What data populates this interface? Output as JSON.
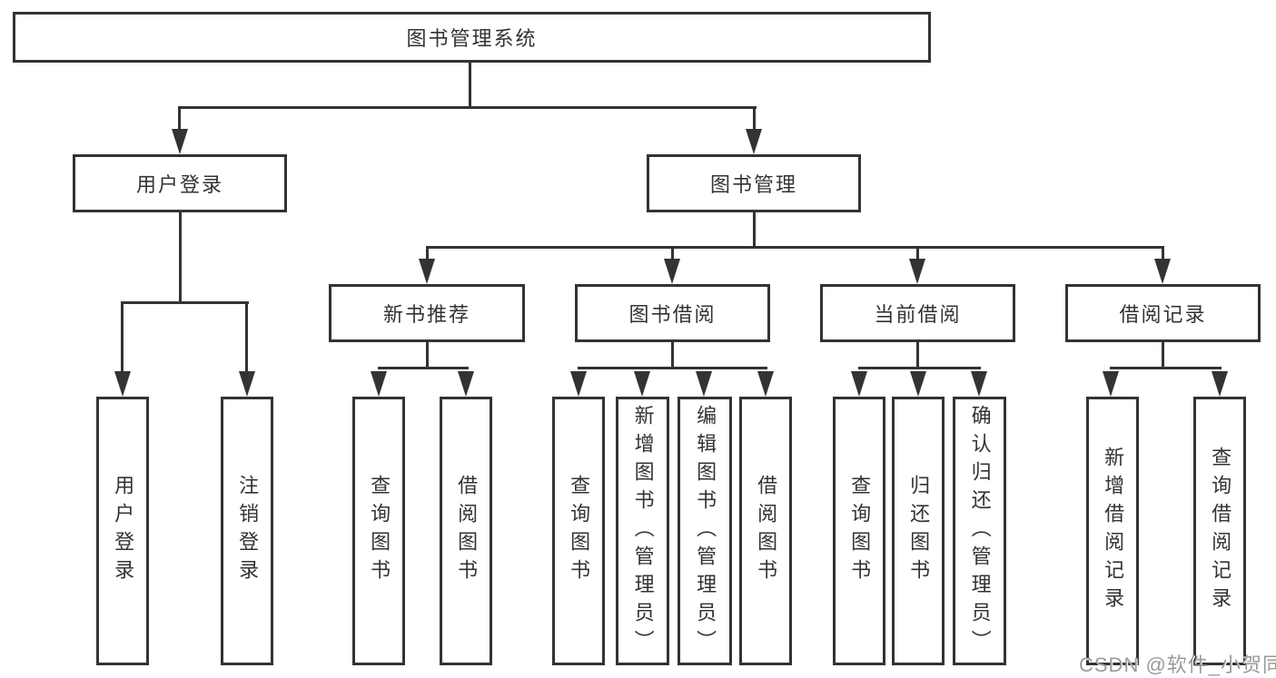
{
  "diagram": {
    "type": "hierarchy-tree",
    "root": {
      "label": "图书管理系统"
    },
    "level2": [
      {
        "id": "user-login",
        "label": "用户登录",
        "parent": "图书管理系统"
      },
      {
        "id": "book-management",
        "label": "图书管理",
        "parent": "图书管理系统"
      }
    ],
    "level3": [
      {
        "id": "new-book-recommendation",
        "label": "新书推荐",
        "parent": "图书管理"
      },
      {
        "id": "book-borrowing",
        "label": "图书借阅",
        "parent": "图书管理"
      },
      {
        "id": "current-borrowing",
        "label": "当前借阅",
        "parent": "图书管理"
      },
      {
        "id": "borrowing-records",
        "label": "借阅记录",
        "parent": "图书管理"
      }
    ],
    "leaves": [
      {
        "label": "用户登录",
        "parent": "用户登录"
      },
      {
        "label": "注销登录",
        "parent": "用户登录"
      },
      {
        "label": "查询图书",
        "parent": "新书推荐"
      },
      {
        "label": "借阅图书",
        "parent": "新书推荐"
      },
      {
        "label": "查询图书",
        "parent": "图书借阅"
      },
      {
        "label": "新增图书（管理员）",
        "parent": "图书借阅"
      },
      {
        "label": "编辑图书（管理员）",
        "parent": "图书借阅"
      },
      {
        "label": "借阅图书",
        "parent": "图书借阅"
      },
      {
        "label": "查询图书",
        "parent": "当前借阅"
      },
      {
        "label": "归还图书",
        "parent": "当前借阅"
      },
      {
        "label": "确认归还（管理员）",
        "parent": "当前借阅"
      },
      {
        "label": "新增借阅记录",
        "parent": "借阅记录"
      },
      {
        "label": "查询借阅记录",
        "parent": "借阅记录"
      }
    ]
  },
  "watermark": {
    "text": "CSDN @软件_小贺同学"
  },
  "colors": {
    "line": "#333333",
    "box_border": "#333333",
    "text": "#333333",
    "watermark_text": "#9a9a9a",
    "background": "#ffffff"
  }
}
